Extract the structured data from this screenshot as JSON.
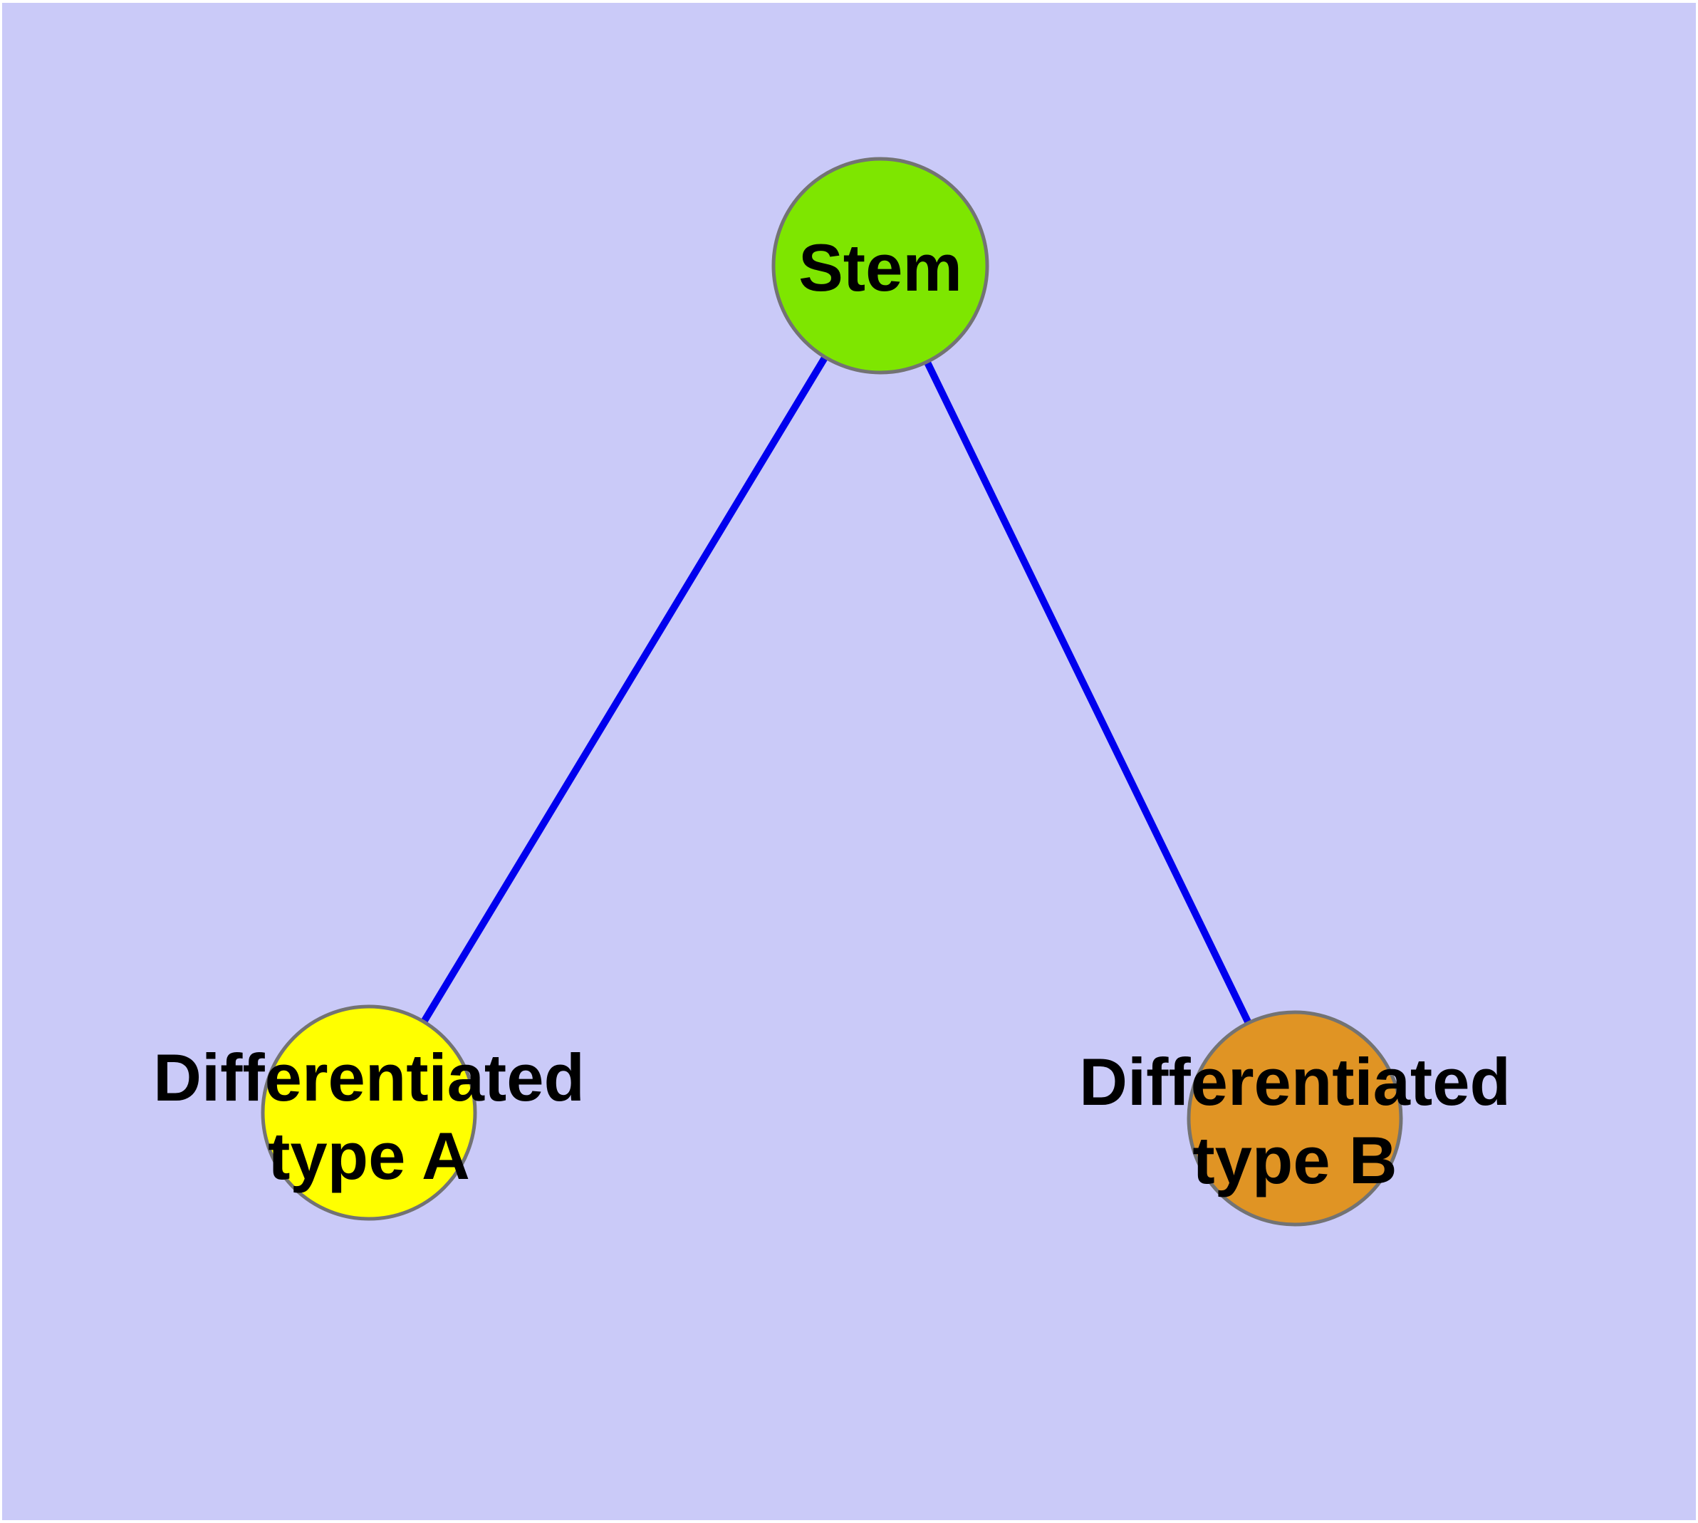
{
  "canvas": {
    "background": "#cacaf8",
    "page_background": "#ffffff",
    "text_color": "#000000"
  },
  "nodes": [
    {
      "id": "stem",
      "lines": [
        "Stem"
      ],
      "fill": "#7ee600",
      "stroke": "#737373"
    },
    {
      "id": "differentiated-type-a",
      "lines": [
        "Differentiated",
        "type A"
      ],
      "fill": "#ffff00",
      "stroke": "#737373"
    },
    {
      "id": "differentiated-type-b",
      "lines": [
        "Differentiated",
        "type B"
      ],
      "fill": "#e09424",
      "stroke": "#737373"
    }
  ],
  "edges": [
    {
      "from": "stem",
      "to": "differentiated-type-a",
      "color": "#0000ee"
    },
    {
      "from": "stem",
      "to": "differentiated-type-b",
      "color": "#0000ee"
    }
  ]
}
